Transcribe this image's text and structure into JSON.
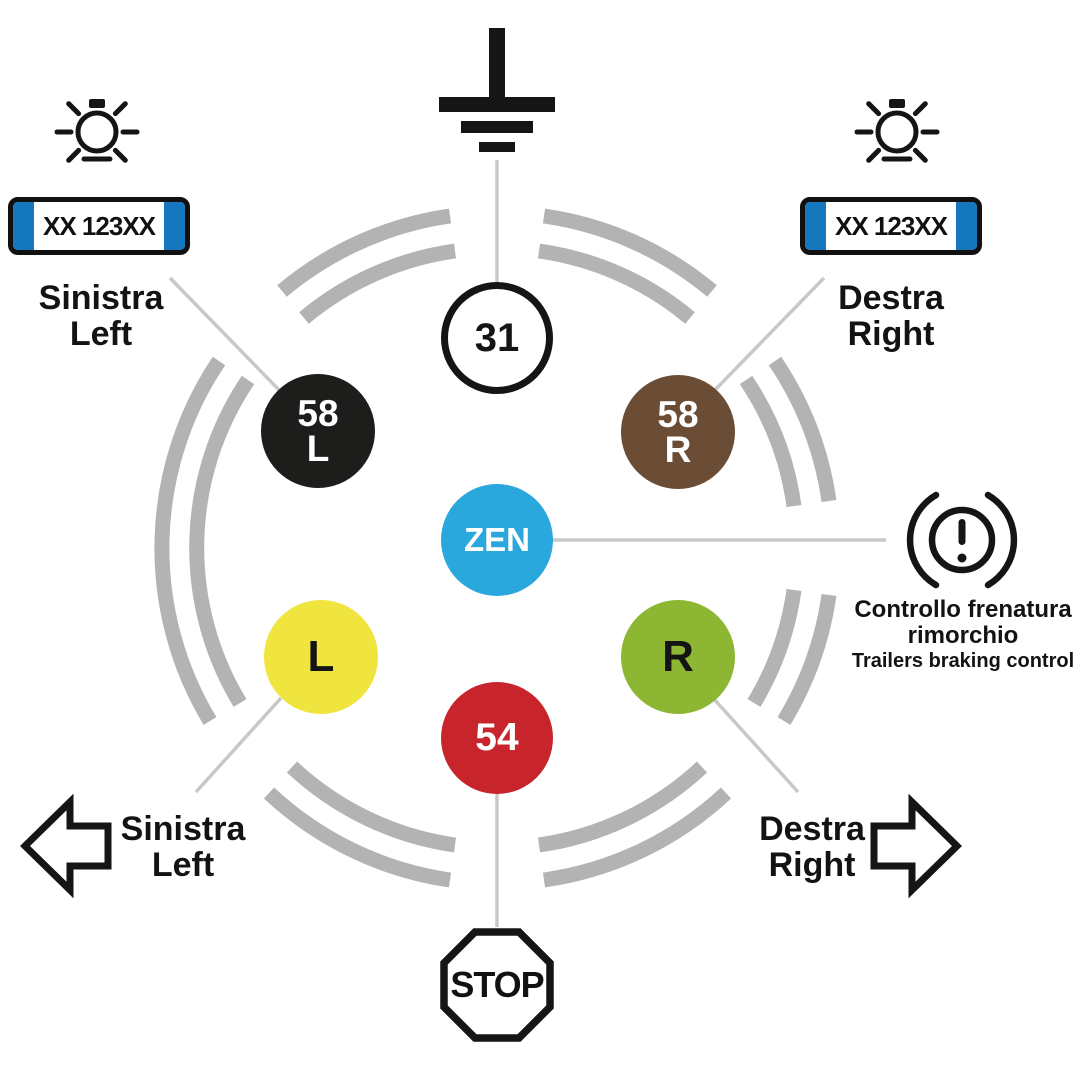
{
  "pins": {
    "pin31": {
      "label": "31"
    },
    "pin58L": {
      "line1": "58",
      "line2": "L"
    },
    "pin58R": {
      "line1": "58",
      "line2": "R"
    },
    "zen": {
      "label": "ZEN"
    },
    "left": {
      "label": "L"
    },
    "right": {
      "label": "R"
    },
    "pin54": {
      "label": "54"
    }
  },
  "plates": {
    "left": {
      "text": "XX 123XX"
    },
    "right": {
      "text": "XX 123XX"
    }
  },
  "captions": {
    "top_left": {
      "line1": "Sinistra",
      "line2": "Left"
    },
    "top_right": {
      "line1": "Destra",
      "line2": "Right"
    },
    "bottom_left": {
      "line1": "Sinistra",
      "line2": "Left"
    },
    "bottom_right": {
      "line1": "Destra",
      "line2": "Right"
    },
    "brake": {
      "line1": "Controllo frenatura",
      "line2": "rimorchio",
      "line3": "Trailers braking control"
    }
  },
  "stop_sign": {
    "label": "STOP"
  },
  "icons": [
    "ground-icon",
    "bulb-left-icon",
    "bulb-right-icon",
    "brake-warning-icon",
    "arrow-left-icon",
    "arrow-right-icon",
    "stop-octagon-icon"
  ],
  "colors": {
    "pin31_fill": "#ffffff",
    "pin58L_fill": "#1d1d1b",
    "pin58R_fill": "#6b4c35",
    "zen_fill": "#2aa7dd",
    "left_fill": "#f0e43e",
    "right_fill": "#8db733",
    "pin54_fill": "#c7242b",
    "ring": "#b3b3b3",
    "connector_line": "#c8c8c8",
    "plate_blue": "#1577be",
    "ink": "#151515"
  }
}
